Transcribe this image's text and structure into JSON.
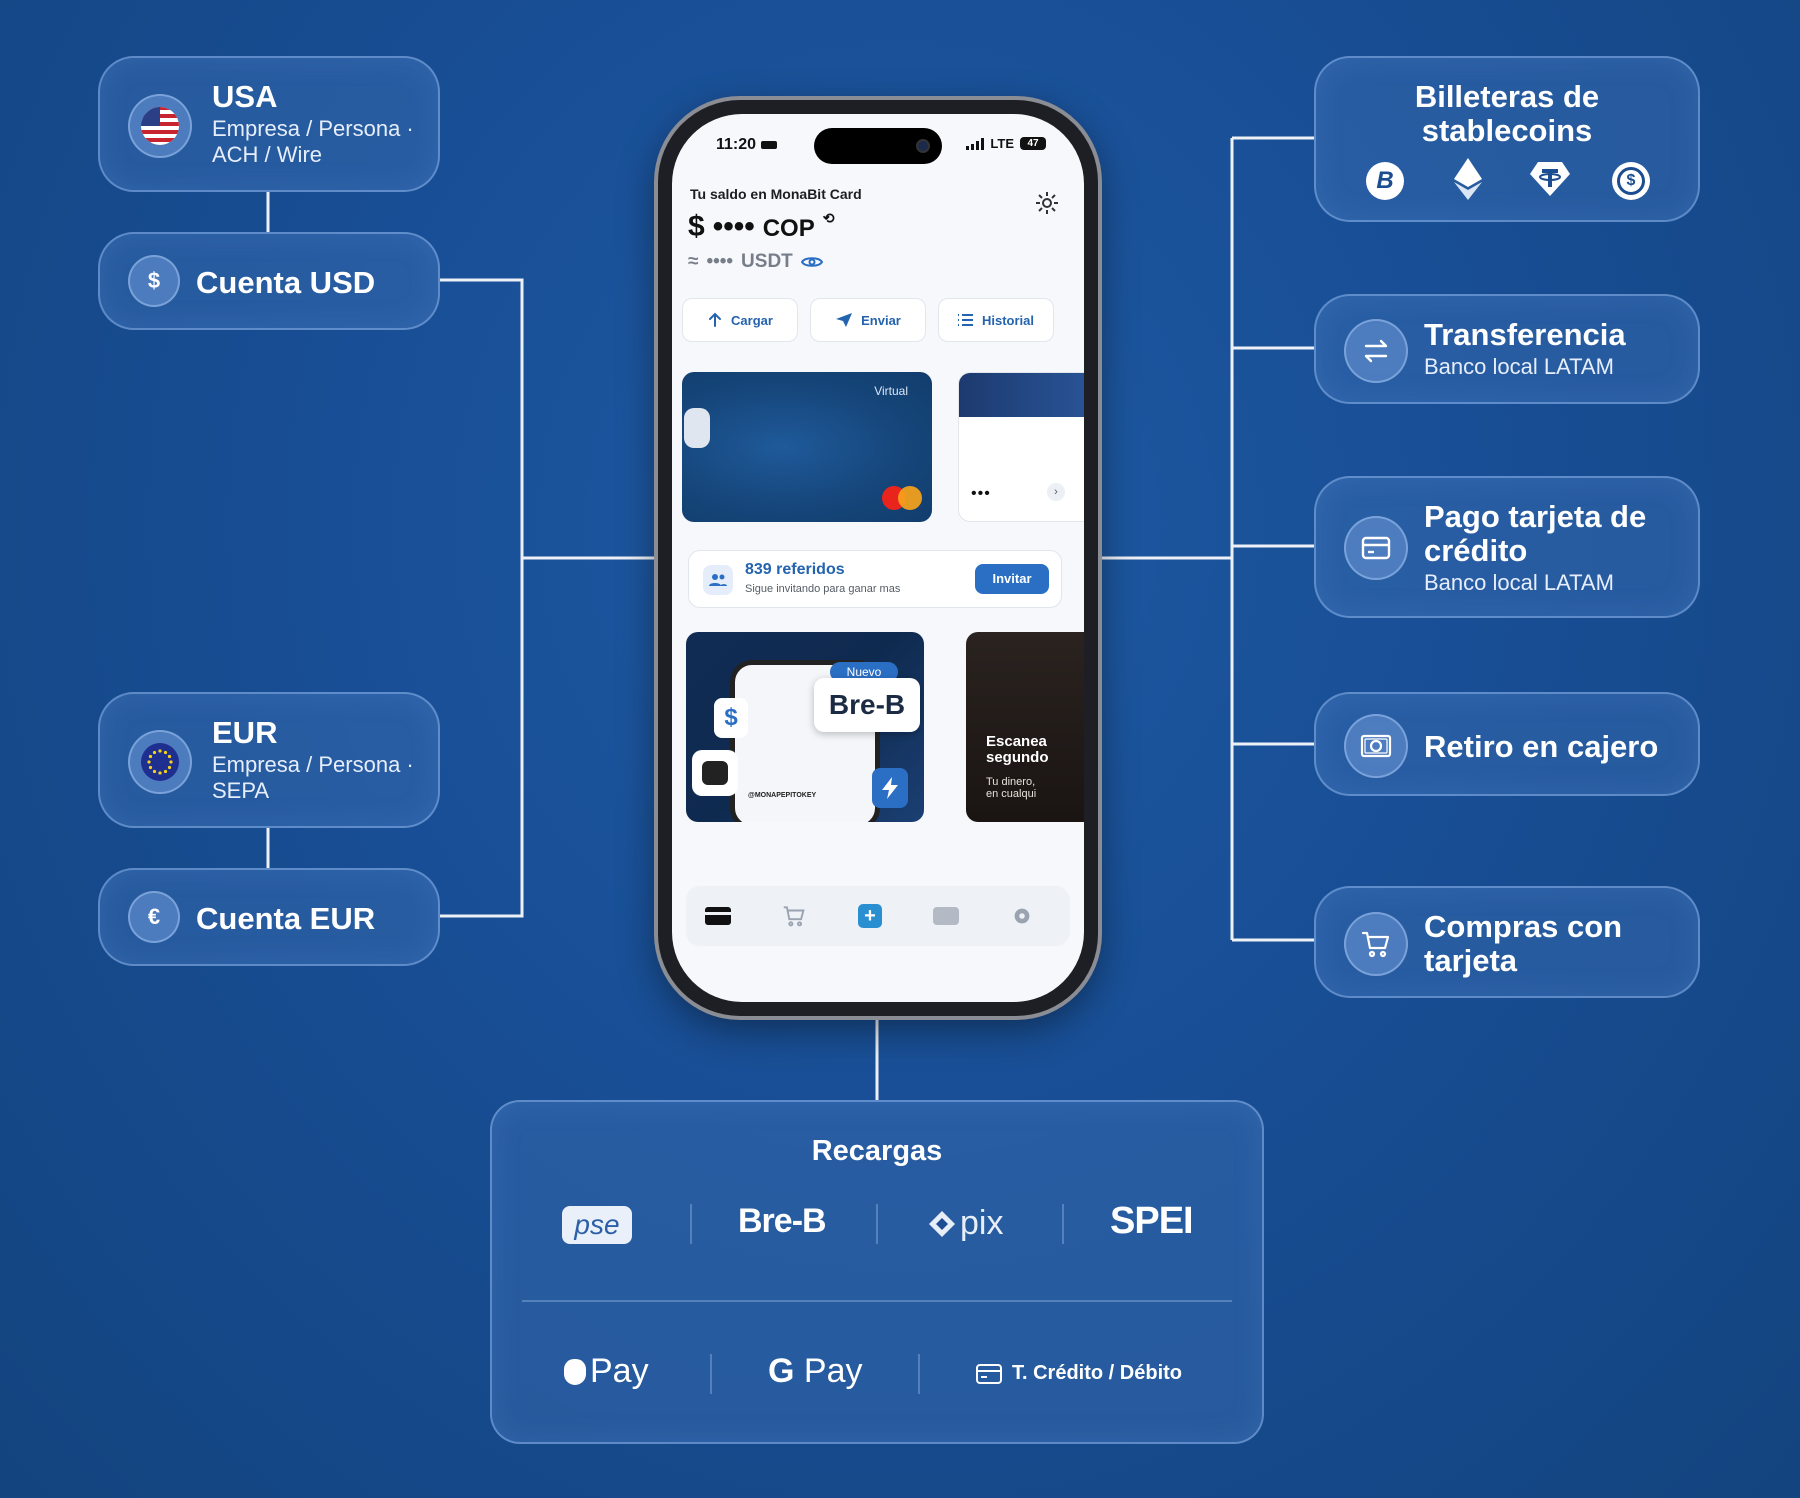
{
  "left": {
    "usa": {
      "title": "USA",
      "sub1": "Empresa / Persona ·",
      "sub2": "ACH / Wire"
    },
    "cuenta_usd": {
      "title": "Cuenta USD",
      "icon_text": "$"
    },
    "eur": {
      "title": "EUR",
      "sub1": "Empresa / Persona ·",
      "sub2": "SEPA"
    },
    "cuenta_eur": {
      "title": "Cuenta EUR",
      "icon_text": "€"
    }
  },
  "right": {
    "stablecoins": {
      "title_line1": "Billeteras de",
      "title_line2": "stablecoins"
    },
    "transferencia": {
      "title": "Transferencia",
      "sub": "Banco local LATAM"
    },
    "pago_tarjeta": {
      "title_line1": "Pago tarjeta de",
      "title_line2": "crédito",
      "sub": "Banco local LATAM"
    },
    "retiro": {
      "title": "Retiro en cajero"
    },
    "compras": {
      "title_line1": "Compras con",
      "title_line2": "tarjeta"
    }
  },
  "phone": {
    "status": {
      "time": "11:20",
      "network": "LTE",
      "battery": "47"
    },
    "balance_label": "Tu saldo en MonaBit Card",
    "balance_symbol": "$",
    "balance_masked": "••••",
    "balance_currency": "COP",
    "balance_sub_prefix": "≈",
    "balance_sub_masked": "••••",
    "balance_sub_currency": "USDT",
    "actions": {
      "cargar": "Cargar",
      "enviar": "Enviar",
      "historial": "Historial"
    },
    "card": {
      "type_label": "Virtual",
      "second_card_dots": "•••",
      "chevron": "›"
    },
    "referral": {
      "count": "839 referidos",
      "sub": "Sigue invitando para ganar mas",
      "button": "Invitar"
    },
    "promo1": {
      "badge": "Nuevo",
      "brand": "Bre-B",
      "key_text": "@MONAPEPITOKEY",
      "dollar": "$"
    },
    "promo2": {
      "title_line1": "Escanea",
      "title_line2": "segundo",
      "sub_line1": "Tu dinero,",
      "sub_line2": "en cualqui"
    }
  },
  "recargas": {
    "title": "Recargas",
    "logos": {
      "pse": "pse",
      "breb": "Bre-B",
      "pix": "pix",
      "spei": "SPEI",
      "apple_pay": "Pay",
      "google_pay_g": "G",
      "google_pay": "Pay",
      "card": "T. Crédito / Débito"
    }
  },
  "colors": {
    "background": "#184e95",
    "accent": "#2a6fc4",
    "box_border": "#8cb4eb"
  }
}
